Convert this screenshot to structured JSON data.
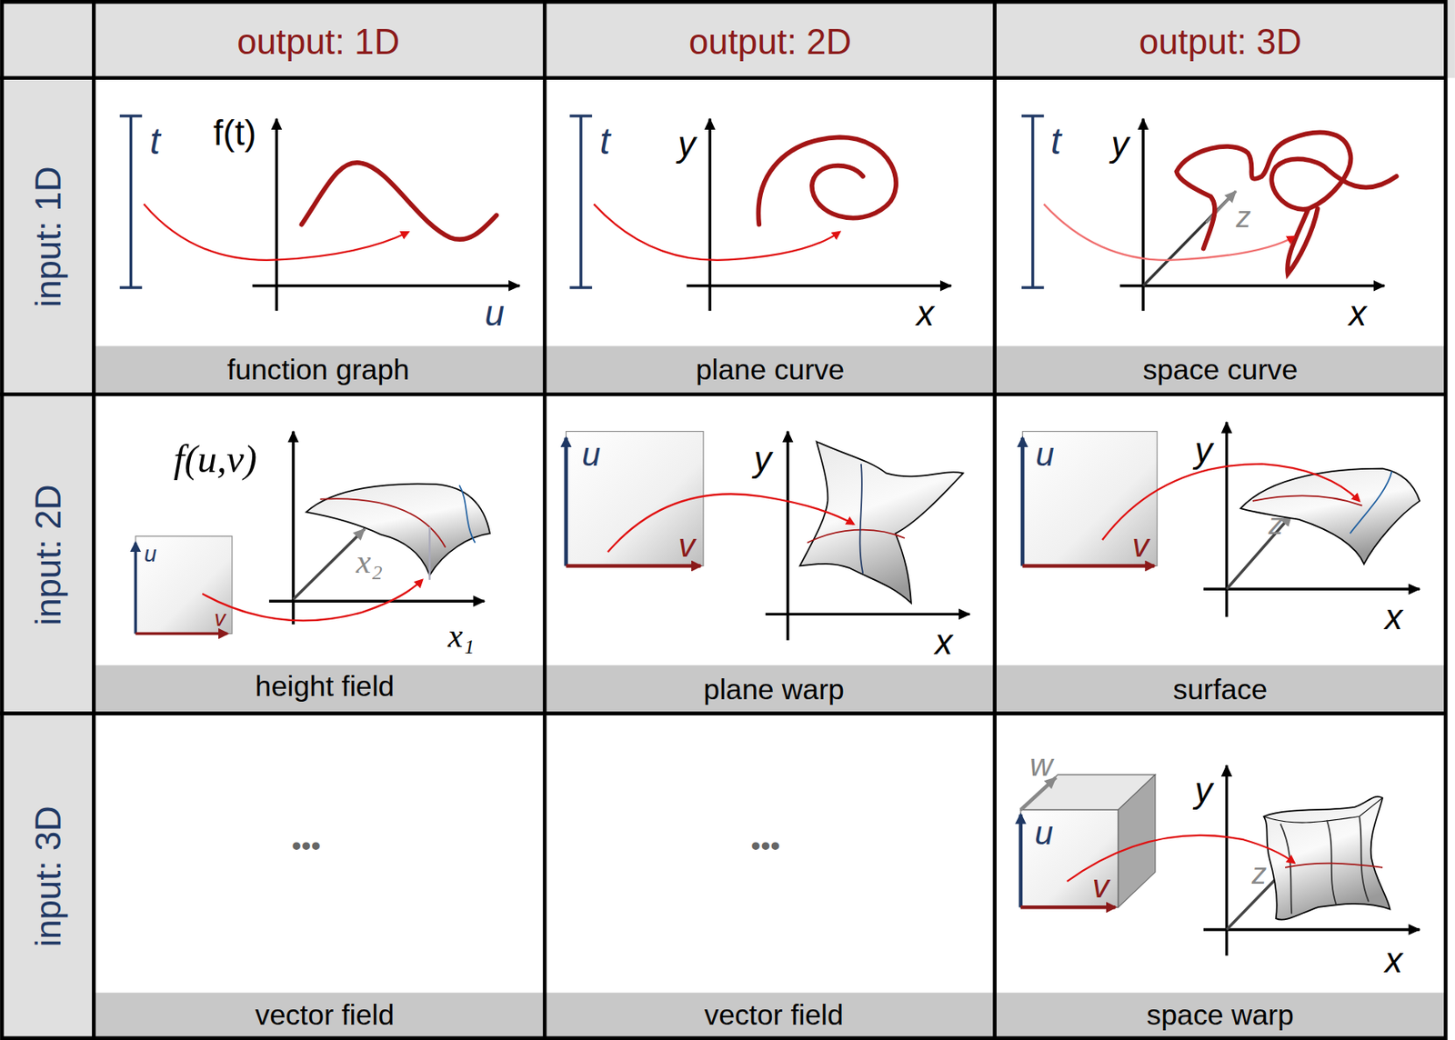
{
  "diagram": {
    "labels": [
      "output: 1D",
      "output: 2D",
      "output: 3D",
      "input: 1D",
      "t",
      "f(t)",
      "u",
      "t",
      "y",
      "x",
      "t",
      "y",
      "z",
      "x",
      "function graph",
      "plane curve",
      "space curve",
      "input: 2D",
      "f(u,v)",
      "u",
      "v",
      "x₂",
      "x₁",
      "u",
      "v",
      "y",
      "x",
      "u",
      "v",
      "y",
      "z",
      "x",
      "height field",
      "plane warp",
      "surface",
      "input: 3D",
      "•••",
      "•••",
      "w",
      "u",
      "v",
      "y",
      "z",
      "x",
      "vector field",
      "vector field",
      "space warp"
    ]
  }
}
